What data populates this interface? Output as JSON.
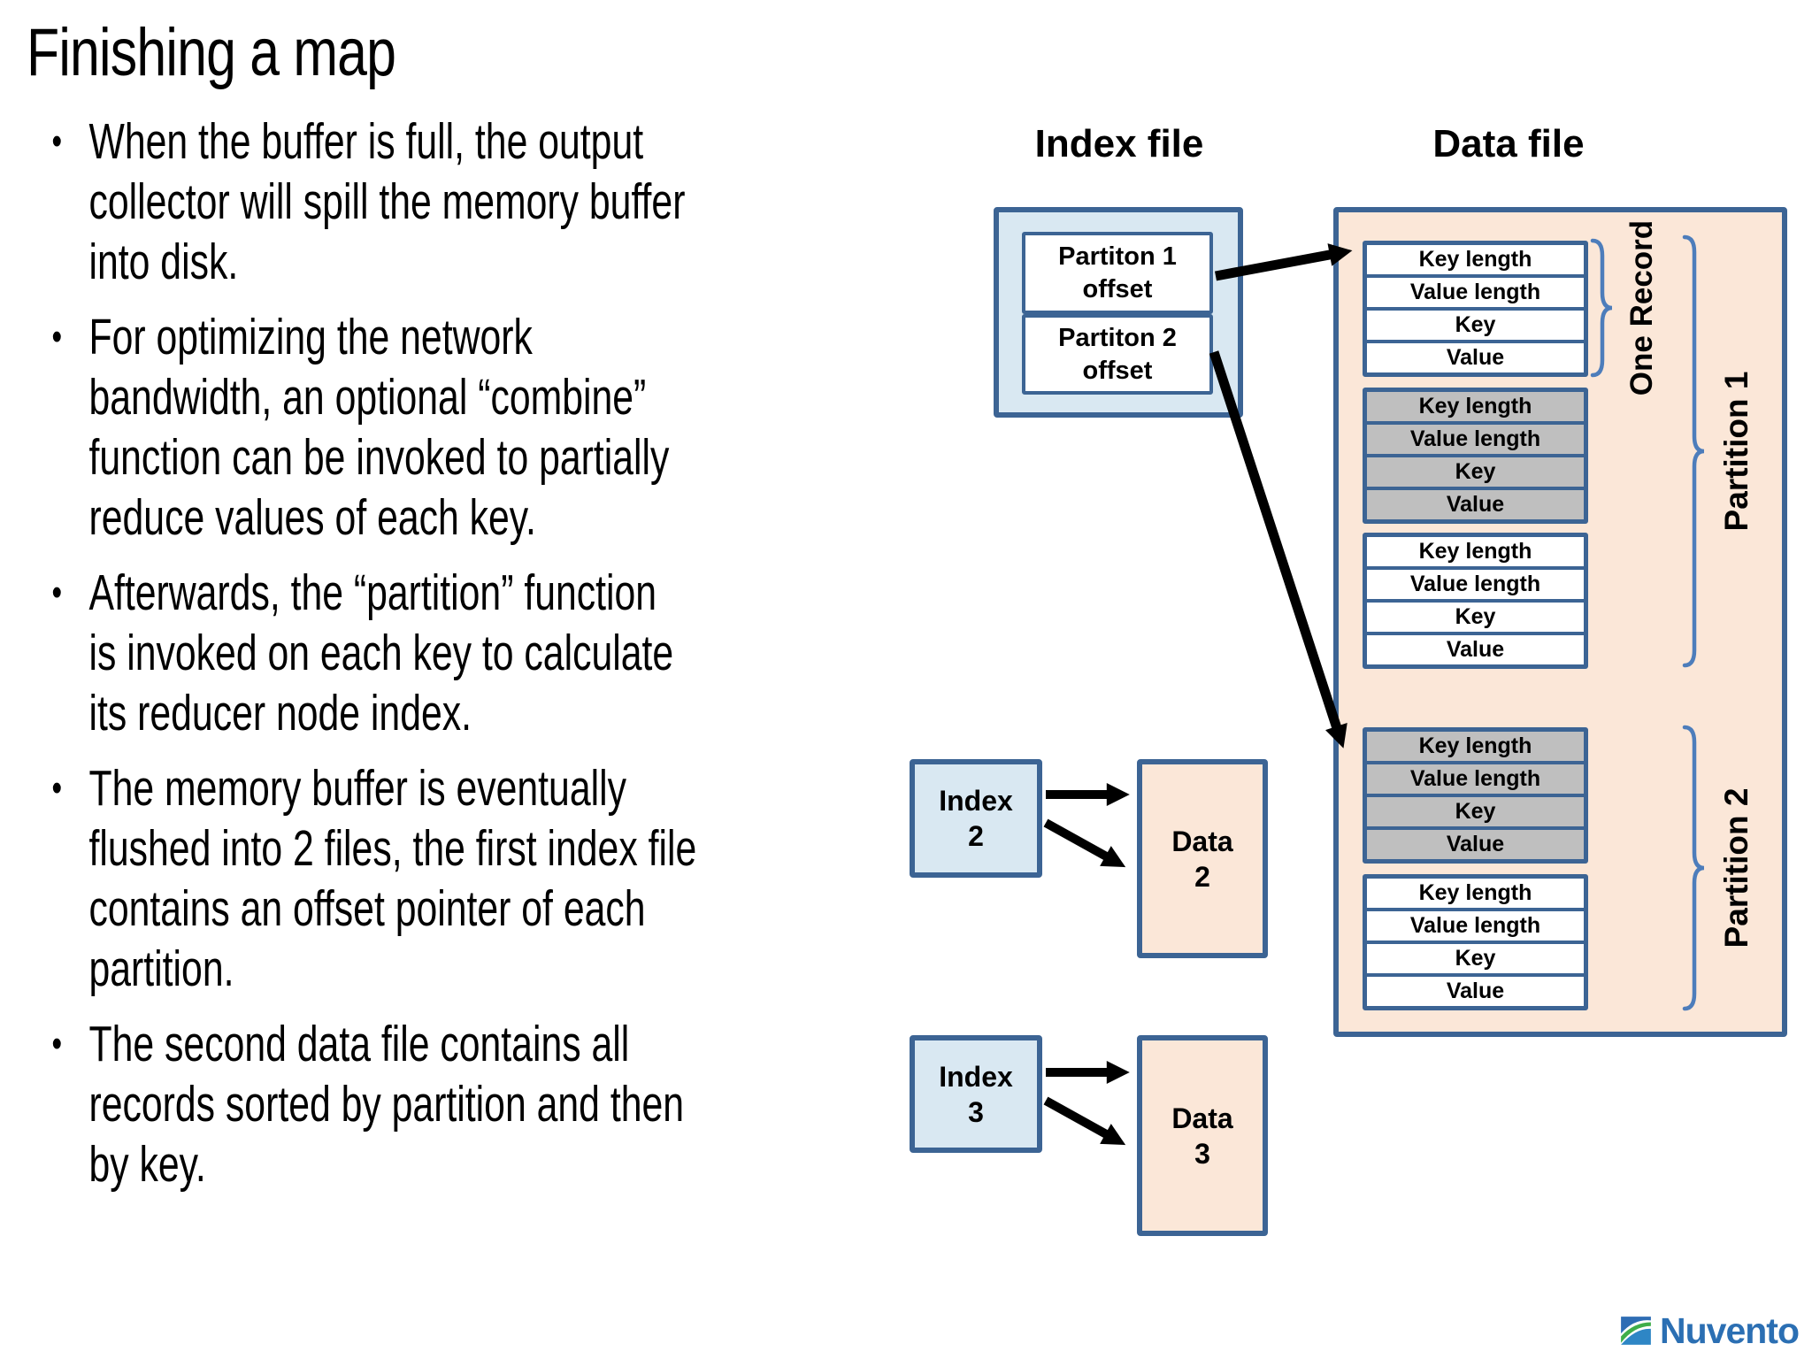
{
  "slide": {
    "title": "Finishing a map",
    "bullet_char": "•",
    "bullets": [
      {
        "lines": [
          "When the buffer is full, the output",
          "collector will spill the memory buffer",
          "into disk."
        ]
      },
      {
        "lines": [
          "For optimizing the network",
          "bandwidth, an optional “combine”",
          "function can be invoked to partially",
          "reduce values of each key."
        ]
      },
      {
        "lines": [
          "Afterwards, the “partition” function",
          "is invoked on each key to calculate",
          "its reducer node index."
        ]
      },
      {
        "lines": [
          "The memory buffer is eventually",
          "flushed into 2 files, the first index file",
          "contains an offset pointer of each",
          "partition."
        ]
      },
      {
        "lines": [
          "The second data file contains all",
          "records sorted by partition and then",
          "by key."
        ]
      }
    ]
  },
  "diagram": {
    "index_file": {
      "title": "Index file",
      "entries": [
        {
          "lines": [
            "Partiton 1",
            "offset"
          ]
        },
        {
          "lines": [
            "Partiton 2",
            "offset"
          ]
        }
      ]
    },
    "data_file": {
      "title": "Data file",
      "records": [
        {
          "style": "white",
          "rows": [
            "Key length",
            "Value length",
            "Key",
            "Value"
          ]
        },
        {
          "style": "gray",
          "rows": [
            "Key length",
            "Value length",
            "Key",
            "Value"
          ]
        },
        {
          "style": "white",
          "rows": [
            "Key length",
            "Value length",
            "Key",
            "Value"
          ]
        },
        {
          "style": "gray",
          "rows": [
            "Key length",
            "Value length",
            "Key",
            "Value"
          ]
        },
        {
          "style": "white",
          "rows": [
            "Key length",
            "Value length",
            "Key",
            "Value"
          ]
        }
      ],
      "annotations": {
        "one_record": "One Record",
        "partition1": "Partition 1",
        "partition2": "Partition 2"
      }
    },
    "spill_files": [
      {
        "index_label": [
          "Index",
          "2"
        ],
        "data_label": [
          "Data",
          "2"
        ]
      },
      {
        "index_label": [
          "Index",
          "3"
        ],
        "data_label": [
          "Data",
          "3"
        ]
      }
    ]
  },
  "logo": {
    "text": "Nuvento"
  },
  "colors": {
    "border": "#3c6494",
    "light_blue": "#d9e8f2",
    "peach": "#fbe7d8",
    "gray_row": "#bfbfbf",
    "bracket": "#4d7dbb",
    "arrow": "#000000",
    "logo_blue": "#2b6fb3",
    "logo_green": "#3fae49",
    "logo_navy": "#2e6db4",
    "logo_teal": "#2e86c5"
  }
}
